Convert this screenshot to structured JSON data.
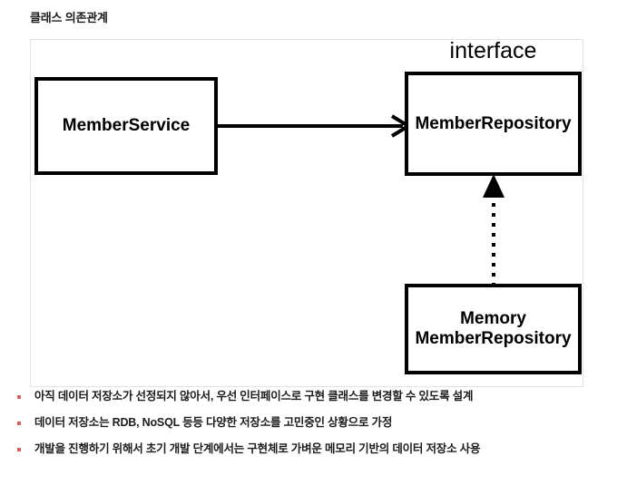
{
  "page": {
    "title": "클래스 의존관계",
    "background_color": "#ffffff",
    "text_color": "#1c1c1c"
  },
  "diagram": {
    "frame_border_color": "#e3e3e3",
    "box_border_color": "#000000",
    "stereotype": "interface",
    "boxes": [
      {
        "id": "member-service",
        "label": "MemberService"
      },
      {
        "id": "member-repository",
        "label": "MemberRepository"
      },
      {
        "id": "memory-member-repository",
        "label": "Memory\nMemberRepository"
      }
    ],
    "connectors": [
      {
        "id": "dependency-arrow",
        "from": "member-service",
        "to": "member-repository",
        "style": "solid",
        "arrowhead": "open",
        "direction": "right"
      },
      {
        "id": "realization-arrow",
        "from": "memory-member-repository",
        "to": "member-repository",
        "style": "dotted",
        "arrowhead": "filled-triangle",
        "direction": "up"
      }
    ]
  },
  "notes": {
    "bullet_color": "#d4615e",
    "items": [
      "아직 데이터 저장소가 선정되지 않아서, 우선 인터페이스로 구현 클래스를 변경할 수 있도록 설계",
      "데이터 저장소는 RDB, NoSQL 등등 다양한 저장소를 고민중인 상황으로 가정",
      "개발을 진행하기 위해서 초기 개발 단계에서는 구현체로 가벼운 메모리 기반의 데이터 저장소 사용"
    ]
  }
}
